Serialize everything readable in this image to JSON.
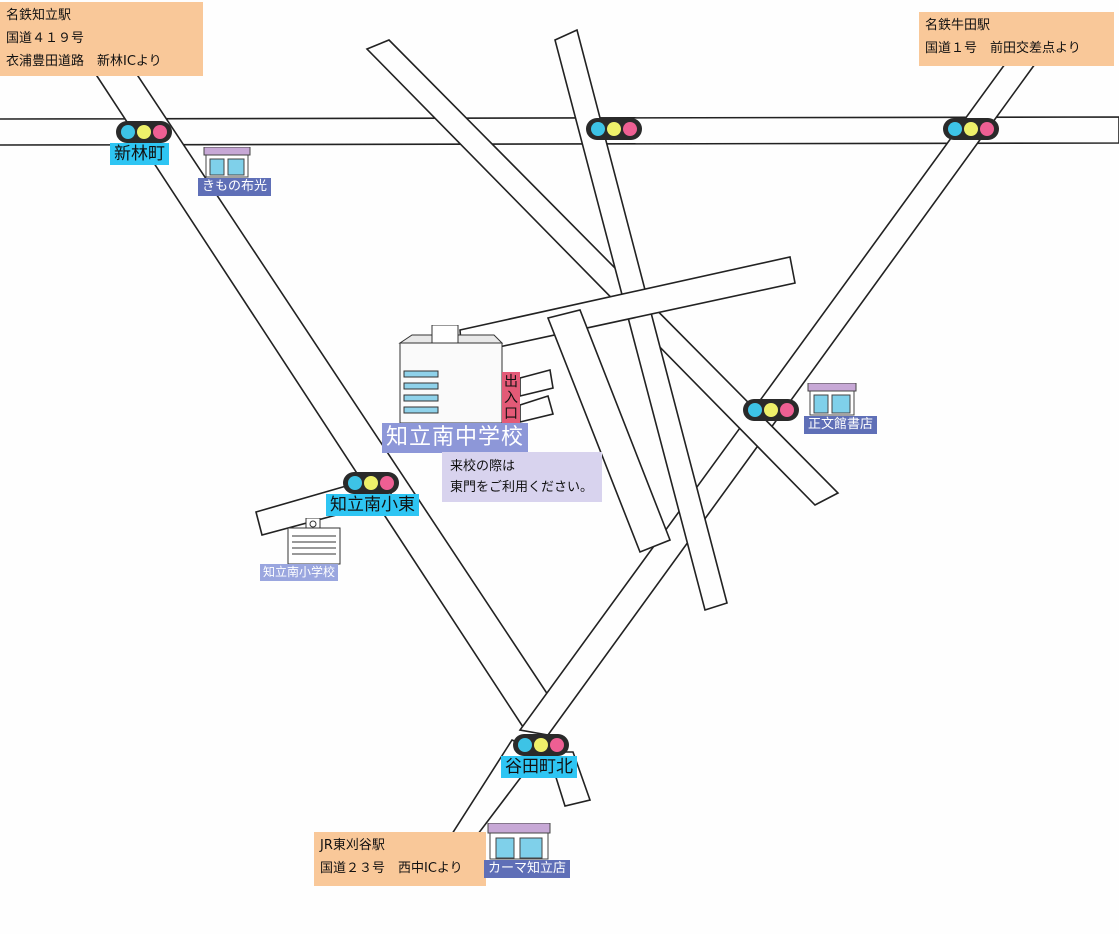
{
  "callouts": {
    "chiryu": {
      "line1": "名鉄知立駅",
      "line2": "国道４１９号",
      "line3": "衣浦豊田道路　新林ICより"
    },
    "ushida": {
      "line1": "名鉄牛田駅",
      "line2": "国道１号　前田交差点より"
    },
    "higashikariya": {
      "line1": "JR東刈谷駅",
      "line2": "国道２３号　西中ICより"
    }
  },
  "intersections": {
    "shinbayashi": "新林町",
    "minami_sho_higashi": "知立南小東",
    "yatacho_kita": "谷田町北"
  },
  "landmarks": {
    "kimono": "きもの布光",
    "bookstore": "正文館書店",
    "elementary": "知立南小学校",
    "carma": "カーマ知立店"
  },
  "school": {
    "name": "知立南中学校",
    "entrance": "出入口",
    "note_line1": "来校の際は",
    "note_line2": "東門をご利用ください。"
  },
  "colors": {
    "callout": "#f9c899",
    "intersection_label": "#2ec5f3",
    "landmark_label": "#5f6fb7",
    "school_label": "#8d97d8",
    "entrance": "#e35a77",
    "signal_body": "#2a2a2a",
    "lamp_blue": "#3dc3e6",
    "lamp_yellow": "#eef06a",
    "lamp_red": "#ee5f93"
  },
  "icons": [
    "traffic-signal-icon",
    "shop-icon",
    "school-building-icon",
    "clock-icon"
  ]
}
